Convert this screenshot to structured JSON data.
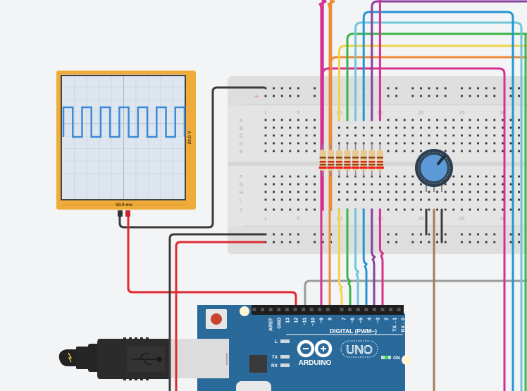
{
  "oscilloscope": {
    "time_label": "10.0 ms",
    "voltage_label": "20.0 V",
    "trace_color": "#3c8ad8",
    "frame_color": "#f0ac3a",
    "cycles": 7,
    "duty": 0.5
  },
  "breadboard": {
    "row_labels_top": [
      "A",
      "B",
      "C",
      "D",
      "E"
    ],
    "row_labels_bottom": [
      "F",
      "G",
      "H",
      "I",
      "J"
    ],
    "column_numbers": [
      "1",
      "5",
      "10",
      "15",
      "20",
      "25",
      "30"
    ],
    "rail_plus": "+"
  },
  "arduino": {
    "logo_text": "ARDUINO",
    "model_text": "UNO",
    "digital_label": "DIGITAL (PWM~)",
    "on_label": "ON",
    "led_labels": [
      "L",
      "TX",
      "RX"
    ],
    "pin_labels": [
      "AREF",
      "GND",
      "13",
      "12",
      "~11",
      "~10",
      "~9",
      "8",
      "7",
      "~6",
      "~5",
      "4",
      "~3",
      "2",
      "TX→1",
      "RX←0"
    ],
    "board_color": "#2a6a9a"
  },
  "wires": {
    "colors": {
      "magenta": "#d6318f",
      "orange": "#ef8a35",
      "yellow": "#f2d34a",
      "green": "#3ab54a",
      "light_blue": "#6fc6d6",
      "blue": "#2296d3",
      "purple": "#8a3fa0",
      "red": "#e02a32",
      "black": "#3a3a3a",
      "gray": "#9a9a9a",
      "brown": "#a57a55"
    }
  },
  "potentiometer": {
    "knob_color": "#5b9ad6"
  },
  "resistors": {
    "count": 8
  }
}
